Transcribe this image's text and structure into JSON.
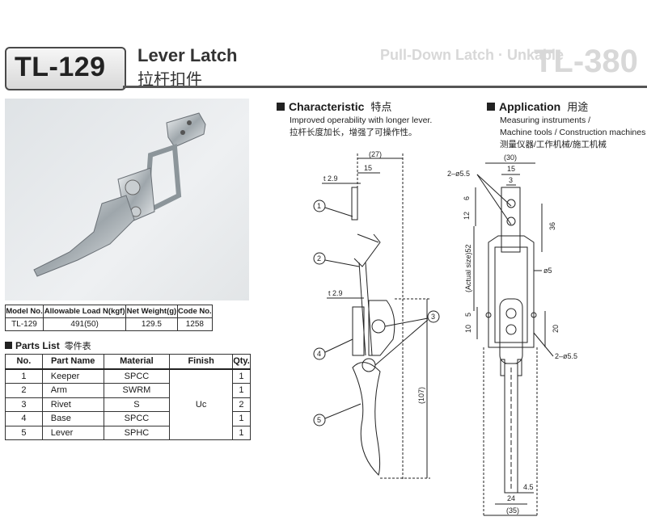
{
  "header": {
    "model": "TL-129",
    "title_en": "Lever Latch",
    "title_cn": "拉杆扣件"
  },
  "spec_table": {
    "headers": [
      "Model No.",
      "Allowable Load N(kgf)",
      "Net Weight(g)",
      "Code No."
    ],
    "row": [
      "TL-129",
      "491(50)",
      "129.5",
      "1258"
    ]
  },
  "parts_list": {
    "title_en": "Parts List",
    "title_cn": "零件表",
    "headers": [
      "No.",
      "Part Name",
      "Material",
      "Finish",
      "Qty."
    ],
    "rows": [
      {
        "no": "1",
        "name": "Keeper",
        "material": "SPCC",
        "qty": "1"
      },
      {
        "no": "2",
        "name": "Arm",
        "material": "SWRM",
        "qty": "1"
      },
      {
        "no": "3",
        "name": "Rivet",
        "material": "S",
        "qty": "2"
      },
      {
        "no": "4",
        "name": "Base",
        "material": "SPCC",
        "qty": "1"
      },
      {
        "no": "5",
        "name": "Lever",
        "material": "SPHC",
        "qty": "1"
      }
    ],
    "finish": "Uc"
  },
  "characteristic": {
    "title_en": "Characteristic",
    "title_cn": "特点",
    "text_en": "Improved operability with longer lever.",
    "text_cn": "拉杆长度加长，增强了可操作性。"
  },
  "application": {
    "title_en": "Application",
    "title_cn": "用途",
    "text_en_1": "Measuring instruments /",
    "text_en_2": "Machine tools / Construction machines",
    "text_cn": "测量仪器/工作机械/施工机械"
  },
  "side_view": {
    "dims": {
      "d27": "(27)",
      "d15": "15",
      "t29a": "t 2.9",
      "t29b": "t 2.9",
      "d107": "(107)"
    },
    "callouts": [
      "1",
      "2",
      "3",
      "4",
      "5"
    ]
  },
  "front_view": {
    "dims": {
      "d30": "(30)",
      "d15": "15",
      "d3": "3",
      "hole_top": "2–ø5.5",
      "d6": "6",
      "d12": "12",
      "d36": "36",
      "actual_size": "(Actual size)52",
      "phi5": "ø5",
      "d5": "5",
      "d10": "10",
      "d20": "20",
      "hole_bot": "2–ø5.5",
      "d45": "4.5",
      "d24": "24",
      "d35": "(35)"
    }
  }
}
